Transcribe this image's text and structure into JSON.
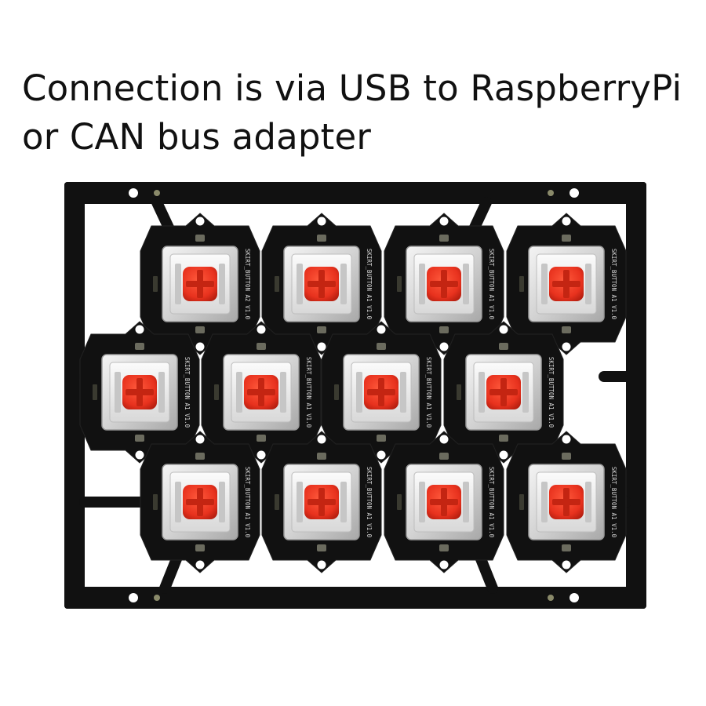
{
  "caption": {
    "line1": "Connection is via USB to RaspberryPi",
    "line2": "or CAN bus adapter"
  },
  "panel": {
    "button_rows": [
      [
        "SKIRT_BUTTON A2 V1.0",
        "SKIRT_BUTTON A1 V1.0",
        "SKIRT_BUTTON A1 V1.0",
        "SKIRT_BUTTON A1 V1.0"
      ],
      [
        "SKIRT_BUTTON A1 V1.0",
        "SKIRT_BUTTON A1 V1.0",
        "SKIRT_BUTTON A1 V1.0",
        "SKIRT_BUTTON A1 V1.0"
      ],
      [
        "SKIRT_BUTTON A1 V1.0",
        "SKIRT_BUTTON A1 V1.0",
        "SKIRT_BUTTON A1 V1.0",
        "SKIRT_BUTTON A1 V1.0"
      ]
    ],
    "colors": {
      "pcb": "#111111",
      "switch_housing": "#d9d9d9",
      "switch_stem": "#e8321e",
      "led": "#6b6b5e"
    }
  }
}
